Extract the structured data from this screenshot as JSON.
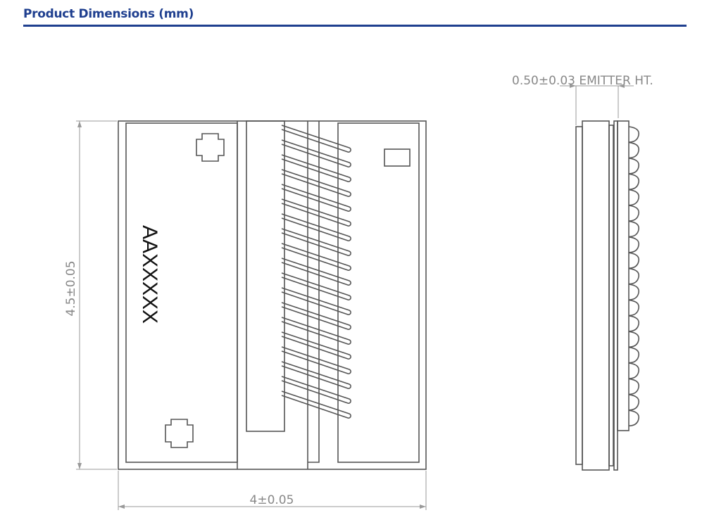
{
  "header": {
    "title": "Product Dimensions (mm)",
    "accent": "#1f3f8f"
  },
  "front_view": {
    "marking": "AAXXXXX",
    "height_dim": "4.5±0.05",
    "width_dim": "4±0.05",
    "coil_turns": 19
  },
  "side_view": {
    "emitter_dim": "0.50±0.03 EMITTER HT."
  }
}
